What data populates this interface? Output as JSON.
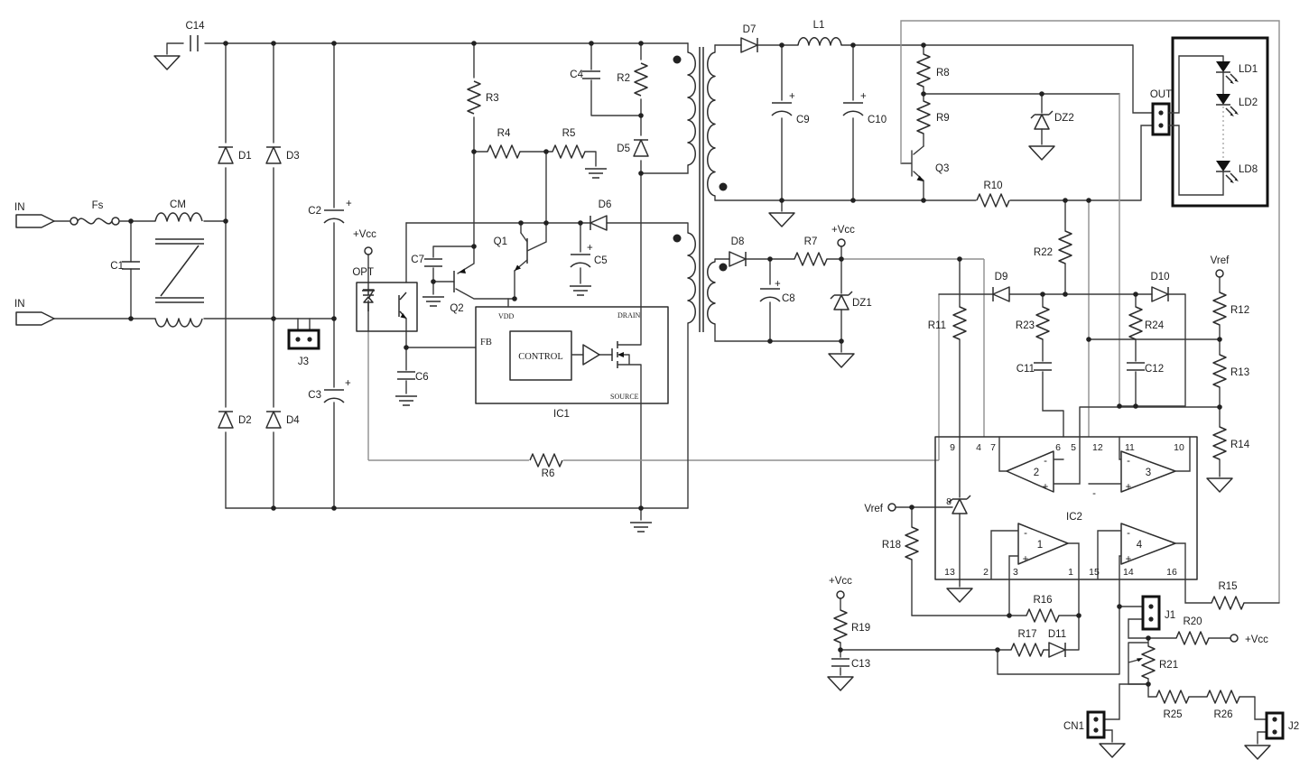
{
  "colors": {
    "background": "#ffffff",
    "wire": "#3a3a3a",
    "long_wire": "#8f8f8f",
    "component": "#2d2d2d",
    "led_box_fill": "#fcf2fa",
    "junction": "#222222"
  },
  "labels": {
    "plus": "+",
    "in_top": "IN",
    "in_bottom": "IN",
    "fs": "Fs",
    "cm": "CM",
    "c1": "C1",
    "c14": "C14",
    "d1": "D1",
    "d2": "D2",
    "d3": "D3",
    "d4": "D4",
    "c2": "C2",
    "c3": "C3",
    "j3": "J3",
    "r3": "R3",
    "r4": "R4",
    "r5": "R5",
    "vcc_opt": "+Vcc",
    "opt": "OPT",
    "c7": "C7",
    "q1": "Q1",
    "q2": "Q2",
    "c4": "C4",
    "r2": "R2",
    "d5": "D5",
    "d6": "D6",
    "c5": "C5",
    "c6": "C6",
    "fb": "FB",
    "vdd": "VDD",
    "drain": "DRAIN",
    "source": "SOURCE",
    "control": "CONTROL",
    "ic1": "IC1",
    "r6": "R6",
    "d7": "D7",
    "l1": "L1",
    "c9": "C9",
    "c10": "C10",
    "d8": "D8",
    "r7": "R7",
    "vcc_aux": "+Vcc",
    "c8": "C8",
    "dz1": "DZ1",
    "r8": "R8",
    "r9": "R9",
    "q3": "Q3",
    "dz2": "DZ2",
    "r10": "R10",
    "out": "OUT",
    "ld1": "LD1",
    "ld2": "LD2",
    "ld8": "LD8",
    "r11": "R11",
    "r22": "R22",
    "d9": "D9",
    "d10": "D10",
    "r23": "R23",
    "r24": "R24",
    "c11": "C11",
    "c12": "C12",
    "vref_right": "Vref",
    "r12": "R12",
    "r13": "R13",
    "r14": "R14",
    "vref_left": "Vref",
    "r18": "R18",
    "vcc_r19": "+Vcc",
    "r19": "R19",
    "c13": "C13",
    "r16": "R16",
    "r17": "R17",
    "d11": "D11",
    "j1": "J1",
    "r15": "R15",
    "r20": "R20",
    "vcc_r20": "+Vcc",
    "r21": "R21",
    "r25": "R25",
    "r26": "R26",
    "j2": "J2",
    "cn1": "CN1"
  },
  "ic2": {
    "name": "IC2",
    "pin8": "8",
    "top": [
      "9",
      "4",
      "7",
      "6",
      "5",
      "12",
      "11",
      "10"
    ],
    "bottom": [
      "13",
      "2",
      "3",
      "1",
      "15",
      "14",
      "16"
    ],
    "ops": {
      "op1": "1",
      "op2": "2",
      "op3": "3",
      "op4": "4"
    },
    "minus": "-",
    "plus": "+"
  }
}
